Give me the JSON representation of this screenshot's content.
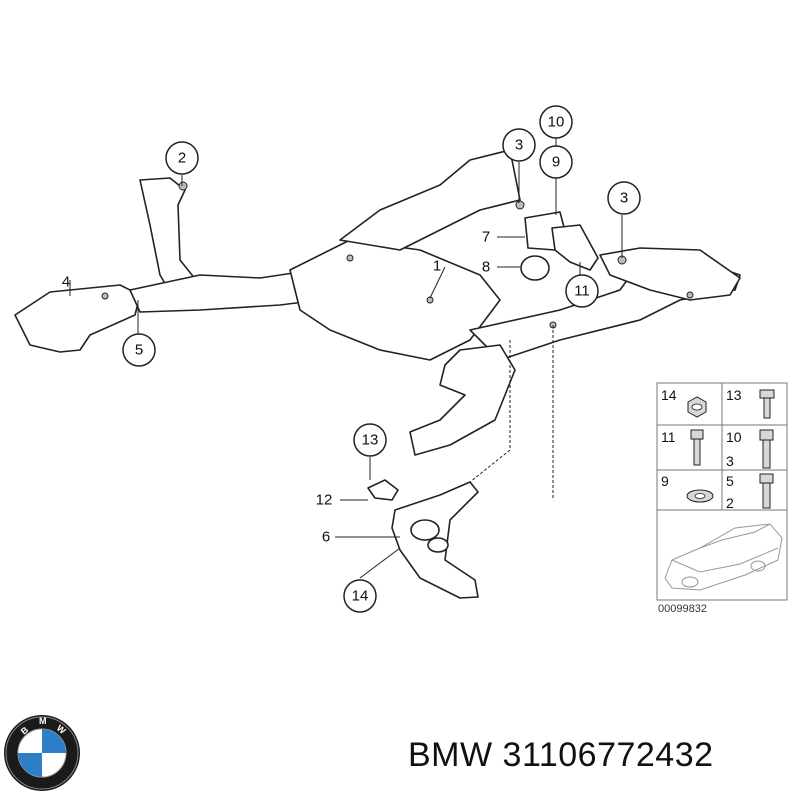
{
  "diagram": {
    "callouts": [
      {
        "id": "2",
        "text": "2"
      },
      {
        "id": "3a",
        "text": "3"
      },
      {
        "id": "10",
        "text": "10"
      },
      {
        "id": "9",
        "text": "9"
      },
      {
        "id": "3b",
        "text": "3"
      },
      {
        "id": "11",
        "text": "11"
      },
      {
        "id": "5",
        "text": "5"
      },
      {
        "id": "13",
        "text": "13"
      },
      {
        "id": "14",
        "text": "14"
      }
    ],
    "labels": [
      {
        "id": "1",
        "text": "1"
      },
      {
        "id": "4",
        "text": "4"
      },
      {
        "id": "6",
        "text": "6"
      },
      {
        "id": "7",
        "text": "7"
      },
      {
        "id": "8",
        "text": "8"
      },
      {
        "id": "12",
        "text": "12"
      }
    ],
    "legend": {
      "cells": [
        "14",
        "13",
        "11",
        "10",
        "3",
        "9",
        "5",
        "2"
      ],
      "code": "00099832"
    }
  },
  "footer": {
    "brand": "BMW",
    "part_number": "31106772432"
  },
  "colors": {
    "line": "#222222",
    "frame_fill": "#ffffff",
    "bolt_fill": "#d8d8d8",
    "legend_border": "#777777",
    "logo_blue": "#2f7fc8",
    "logo_ring": "#1a1a1a"
  }
}
